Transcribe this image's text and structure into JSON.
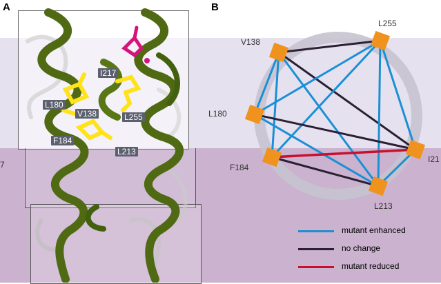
{
  "panels": {
    "a": "A",
    "b": "B"
  },
  "panel_a": {
    "side_label": "7",
    "residues": {
      "i217": "I217",
      "l180": "L180",
      "v138": "V138",
      "l255": "L255",
      "f184": "F184",
      "l213": "L213"
    },
    "colors": {
      "helix": "#4f6a12",
      "residue": "#ffe21a",
      "ligand": "#d4137b"
    }
  },
  "panel_b": {
    "nodes": {
      "v138": "V138",
      "l255": "L255",
      "l180": "L180",
      "i217": "I21",
      "f184": "F184",
      "l213": "L213"
    },
    "legend": {
      "enhanced": "mutant enhanced",
      "no_change": "no change",
      "reduced": "mutant reduced"
    },
    "colors": {
      "enhanced": "#1a8fd6",
      "no_change": "#2a1f33",
      "reduced": "#c8102e",
      "node": "#f0921e",
      "ring": "#c7c3cf"
    },
    "edges": [
      {
        "from": "V138",
        "to": "L255",
        "type": "no_change"
      },
      {
        "from": "V138",
        "to": "L180",
        "type": "enhanced"
      },
      {
        "from": "V138",
        "to": "I217",
        "type": "no_change"
      },
      {
        "from": "V138",
        "to": "F184",
        "type": "enhanced"
      },
      {
        "from": "V138",
        "to": "L213",
        "type": "enhanced"
      },
      {
        "from": "L255",
        "to": "L180",
        "type": "enhanced"
      },
      {
        "from": "L255",
        "to": "F184",
        "type": "enhanced"
      },
      {
        "from": "L255",
        "to": "L213",
        "type": "enhanced"
      },
      {
        "from": "L255",
        "to": "I217",
        "type": "enhanced"
      },
      {
        "from": "L180",
        "to": "I217",
        "type": "no_change"
      },
      {
        "from": "L180",
        "to": "L213",
        "type": "enhanced"
      },
      {
        "from": "F184",
        "to": "I217",
        "type": "reduced"
      },
      {
        "from": "F184",
        "to": "L213",
        "type": "no_change"
      },
      {
        "from": "L213",
        "to": "I217",
        "type": "enhanced"
      }
    ]
  }
}
